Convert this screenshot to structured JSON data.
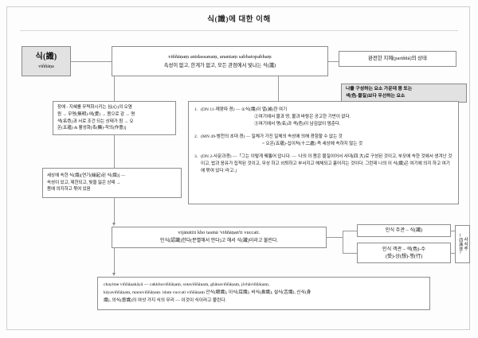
{
  "page": {
    "title": "식(識)에 대한 이해"
  },
  "nodes": {
    "root": {
      "korean": "식(識)",
      "pali": "viññāṇa"
    },
    "anidassanam": {
      "pali": "viññāṇaṃ anidassanaṃ, anantaṃ sabbatopabhaṃ",
      "korean": "속성이 없고, 한계가 없고, 모든 관점에서 빛나는 식(識)"
    },
    "parinna": {
      "label": "완전한 지혜(pariññā)의 상태"
    },
    "priority_factor": {
      "line1": "나를 구성하는 요소 가운데 몸 또는",
      "line2": "색(色-물질)보다 우선하는 요소"
    },
    "hindrance": {
      "line1": "장애 - 지혜를 무력화시키는 심(心)의 오염",
      "line2": "원 → 무명(無明)-애(愛) → 몸으로 감 → 명",
      "line3": "색(名色)과 서로 조건 되는 상태가 됨 → 오",
      "line4": "온(五蘊) & 활성화[촉(觸)-작의(作意)]"
    },
    "worldly": {
      "line1": "세상에 속한 식(識)[연기(緣起)된 식(識)] —",
      "line2": "속성이 있고, 제한되고, 빛을 잃은 상태 →",
      "line3": "몸에 의지하고 묶여 있음"
    },
    "vijanati": {
      "pali": "vijānātīti kho tasmā 'viññāṇan'ti vuccati.",
      "korean": "인식(認識)한다(분별해서 안다)고 해서 식(識)이라고 불린다."
    },
    "subject": {
      "label": "인식 주관 – 식(識)"
    },
    "object": {
      "line1": "인식 객관 – 색(色)-수",
      "line2": "(受)-상(想)-행(行)"
    },
    "sasikju": {
      "korean": "사식주",
      "hanja": "(四識住)"
    },
    "chayime": {
      "line1": "chayime viññāṇakāyā — cakkhuviññāṇaṃ, sotaviññāṇaṃ, ghānaviññāṇaṃ, jivhāviññāṇaṃ,",
      "line2": "kāyaviññāṇaṃ, manoviññāṇaṃ. idaṃ vuccati viññāṇaṃ 안식(眼識), 이식(耳識), 비식(鼻識), 설식(舌識), 신식(身",
      "line3": "識), 의식(意識)의 여섯 가지 식의 무리 — 이것이 식이라고 불린다."
    }
  },
  "suttas": [
    {
      "num": "1.",
      "head": "(DN 11-께왓따 경) — ①식(識)이 멸(滅)한 여기",
      "sub1": "②여기에서 물과 땅, 불과 바람은 공고한 기반이 없다.",
      "sub2": "③여기에서 명(名)과 색(色)이 남김없이 멈춘다."
    },
    {
      "num": "2.",
      "head": "(MN 49-범천의 초대 경) — 일체가 가진 일체의 속성에 의해 경험할 수 없는 것",
      "sub1": "= 오온(五蘊)-십이처(十二處) 즉 세상에 속하지 않는 것",
      "sub2": ""
    },
    {
      "num": "3.",
      "head": "(DN 2-사문과경) —「그는 이렇게 꿰뚫어 압니다. — '나의 이 몸은 물질이어서 사대(四",
      "sub1": "大)로 구성된 것이고, 부모에 속한 것에서 생겨난 것이고, 밥과 응유가 집적된 것이고, 무상",
      "sub2": "하고 쇠퇴하고 부서지고 해체되고 흩어지는 것이다. 그런데 나의 이 식(識)은 여기에 의지",
      "sub3": "하고 여기에 묶여 있다.'라고.」"
    }
  ],
  "colors": {
    "box_border": "#8e8e8e",
    "shaded_fill": "#e2e2e2",
    "connector": "#9a9a9a",
    "page_bg": "#fdfdfd"
  }
}
